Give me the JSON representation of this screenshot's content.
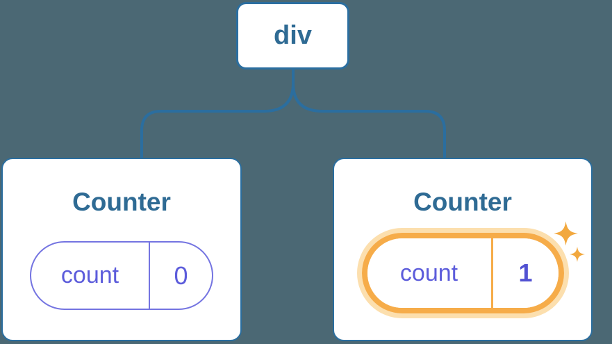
{
  "diagram": {
    "root": {
      "label": "div"
    },
    "children": [
      {
        "title": "Counter",
        "state": {
          "name": "count",
          "value": "0"
        },
        "highlighted": false
      },
      {
        "title": "Counter",
        "state": {
          "name": "count",
          "value": "1"
        },
        "highlighted": true
      }
    ]
  },
  "colors": {
    "background": "#4b6874",
    "line_blue": "#2b6e9f",
    "title_blue": "#2f6b94",
    "text_purple": "#5c5cdb",
    "pill_border_purple": "#7474e1",
    "value_bold_purple": "#5151d2",
    "highlight_orange": "#f6ac49",
    "highlight_halo": "#fcdfae",
    "sparkle_orange": "#f2a83e",
    "card_background": "#ffffff"
  }
}
